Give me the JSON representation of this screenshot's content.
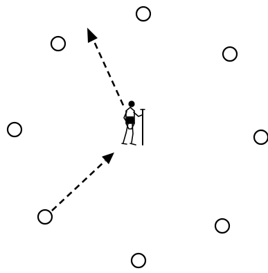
{
  "diagram": {
    "markers": [
      {
        "id": "top"
      },
      {
        "id": "upper-left"
      },
      {
        "id": "upper-right"
      },
      {
        "id": "left"
      },
      {
        "id": "right"
      },
      {
        "id": "lower-left"
      },
      {
        "id": "lower-right"
      },
      {
        "id": "bottom"
      }
    ],
    "arrows": [
      {
        "from": "figure",
        "to": "upper-left",
        "style": "dashed"
      },
      {
        "from": "lower-left",
        "to": "figure",
        "style": "dashed"
      }
    ],
    "figure": {
      "icon": "walking-person-with-pole-icon"
    },
    "colors": {
      "ink": "#000000",
      "background": "#ffffff"
    }
  }
}
